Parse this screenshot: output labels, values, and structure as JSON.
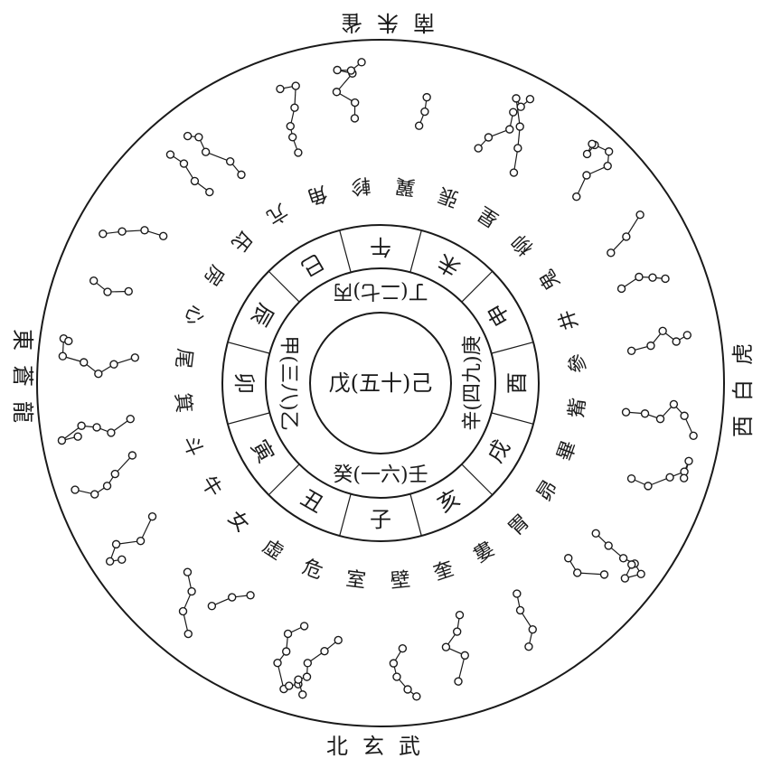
{
  "quadrants": {
    "south": "南朱雀",
    "east": "東蒼龍",
    "west": "西白虎",
    "north": "北玄武"
  },
  "center": {
    "label": "戊(五十)己"
  },
  "stems": [
    {
      "key": "south",
      "label": "丁(二七)丙"
    },
    {
      "key": "east",
      "label": "甲(三八)乙"
    },
    {
      "key": "west",
      "label": "辛(四九)庚"
    },
    {
      "key": "north",
      "label": "癸(一六)壬"
    }
  ],
  "branches": [
    "午",
    "未",
    "申",
    "酉",
    "戌",
    "亥",
    "子",
    "丑",
    "寅",
    "卯",
    "辰",
    "巳"
  ],
  "mansions": [
    "張",
    "翼",
    "軫",
    "角",
    "亢",
    "氐",
    "房",
    "心",
    "尾",
    "箕",
    "斗",
    "牛",
    "女",
    "虛",
    "危",
    "室",
    "壁",
    "奎",
    "婁",
    "胃",
    "昴",
    "畢",
    "觜",
    "參",
    "井",
    "鬼",
    "柳",
    "星"
  ]
}
